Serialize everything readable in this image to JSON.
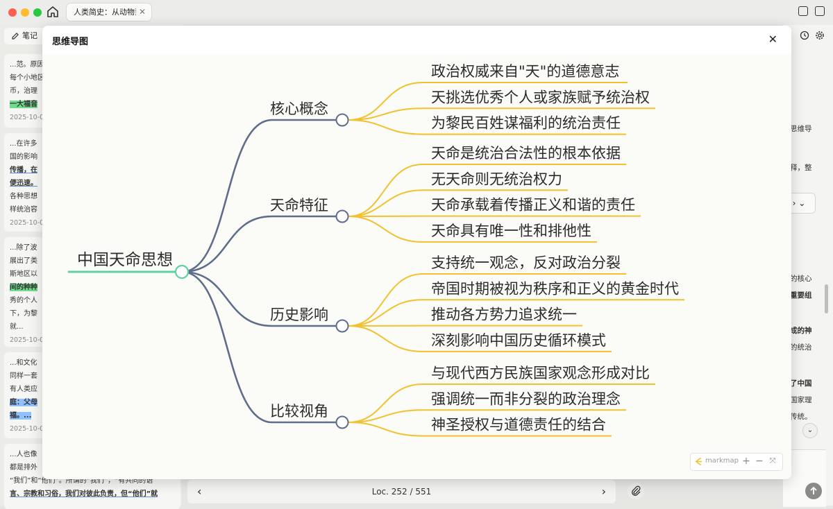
{
  "window": {
    "tab_title": "人类简史：从动物到上帝",
    "tab_close": "✕"
  },
  "left_panel": {
    "notes_tab_label": "笔记",
    "cards": [
      {
        "lines": [
          {
            "text": "...范。原因",
            "style": ""
          },
          {
            "text": "每个小地区",
            "style": ""
          },
          {
            "text": "币，治理",
            "style": ""
          },
          {
            "text": "一大福音",
            "style": "hl-green"
          }
        ],
        "date": "2025-10-0"
      },
      {
        "lines": [
          {
            "text": "...在许多",
            "style": ""
          },
          {
            "text": "国的影响",
            "style": ""
          },
          {
            "text": "传播，在",
            "style": "ul"
          },
          {
            "text": "便迅速。",
            "style": "ul"
          },
          {
            "text": "各种思想",
            "style": ""
          },
          {
            "text": "样统治容",
            "style": ""
          }
        ],
        "date": "2025-10-0"
      },
      {
        "lines": [
          {
            "text": "...除了波",
            "style": ""
          },
          {
            "text": "展出了类",
            "style": ""
          },
          {
            "text": "斯地区以",
            "style": ""
          },
          {
            "text": "间的种种",
            "style": "hl-green"
          },
          {
            "text": "秀的个人",
            "style": ""
          },
          {
            "text": "下，为黎",
            "style": ""
          },
          {
            "text": "就...",
            "style": ""
          }
        ],
        "date": "2025-10-0"
      },
      {
        "lines": [
          {
            "text": "...和文化",
            "style": ""
          },
          {
            "text": "同样一套",
            "style": ""
          },
          {
            "text": "有人类应",
            "style": ""
          },
          {
            "text": "庭：父母",
            "style": "hl-blue"
          },
          {
            "text": "福。...",
            "style": "hl-blue"
          }
        ],
        "date": "2025-10-0"
      },
      {
        "lines": [
          {
            "text": "...人也像",
            "style": ""
          },
          {
            "text": "都是排外",
            "style": ""
          },
          {
            "text": "“我们”和“他们”。所谓的“我们”，“有共同的语",
            "style": ""
          },
          {
            "text": "言、宗教和习俗，我们对彼此负责，但“他们”就",
            "style": "ul"
          }
        ],
        "date": ""
      }
    ]
  },
  "right_panel": {
    "lines": [
      {
        "text": "思维导",
        "bold": false
      },
      {
        "text": "释，整",
        "bold": false
      },
      {
        "text": "的核心",
        "bold": false
      },
      {
        "text": "重要组",
        "bold": true
      },
      {
        "text": "成的神",
        "bold": true
      },
      {
        "text": "的统治",
        "bold": false
      },
      {
        "text": "了中国",
        "bold": true
      },
      {
        "text": "国家理",
        "bold": false
      },
      {
        "text": "传统。",
        "bold": false
      }
    ],
    "select_chevrons": "› ⌄"
  },
  "reader_bar": {
    "location": "Loc. 252 / 551",
    "prev": "‹",
    "next": "›"
  },
  "modal": {
    "title": "思维导图",
    "close": "✕",
    "toolbar": {
      "brand": "markmap",
      "zoom_in": "+",
      "zoom_out": "−",
      "fit": "⤧"
    }
  },
  "mindmap": {
    "root": "中国天命思想",
    "branches": [
      {
        "label": "核心概念",
        "leaves": [
          "政治权威来自\"天\"的道德意志",
          "天挑选优秀个人或家族赋予统治权",
          "为黎民百姓谋福利的统治责任"
        ]
      },
      {
        "label": "天命特征",
        "leaves": [
          "天命是统治合法性的根本依据",
          "无天命则无统治权力",
          "天命承载着传播正义和谐的责任",
          "天命具有唯一性和排他性"
        ]
      },
      {
        "label": "历史影响",
        "leaves": [
          "支持统一观念，反对政治分裂",
          "帝国时期被视为秩序和正义的黄金时代",
          "推动各方势力追求统一",
          "深刻影响中国历史循环模式"
        ]
      },
      {
        "label": "比较视角",
        "leaves": [
          "与现代西方民族国家观念形成对比",
          "强调统一而非分裂的政治理念",
          "神圣授权与道德责任的结合"
        ]
      }
    ],
    "colors": {
      "root": "#5fd0a0",
      "branch": "#5e6d8c",
      "leaf": "#f2c12e"
    }
  }
}
